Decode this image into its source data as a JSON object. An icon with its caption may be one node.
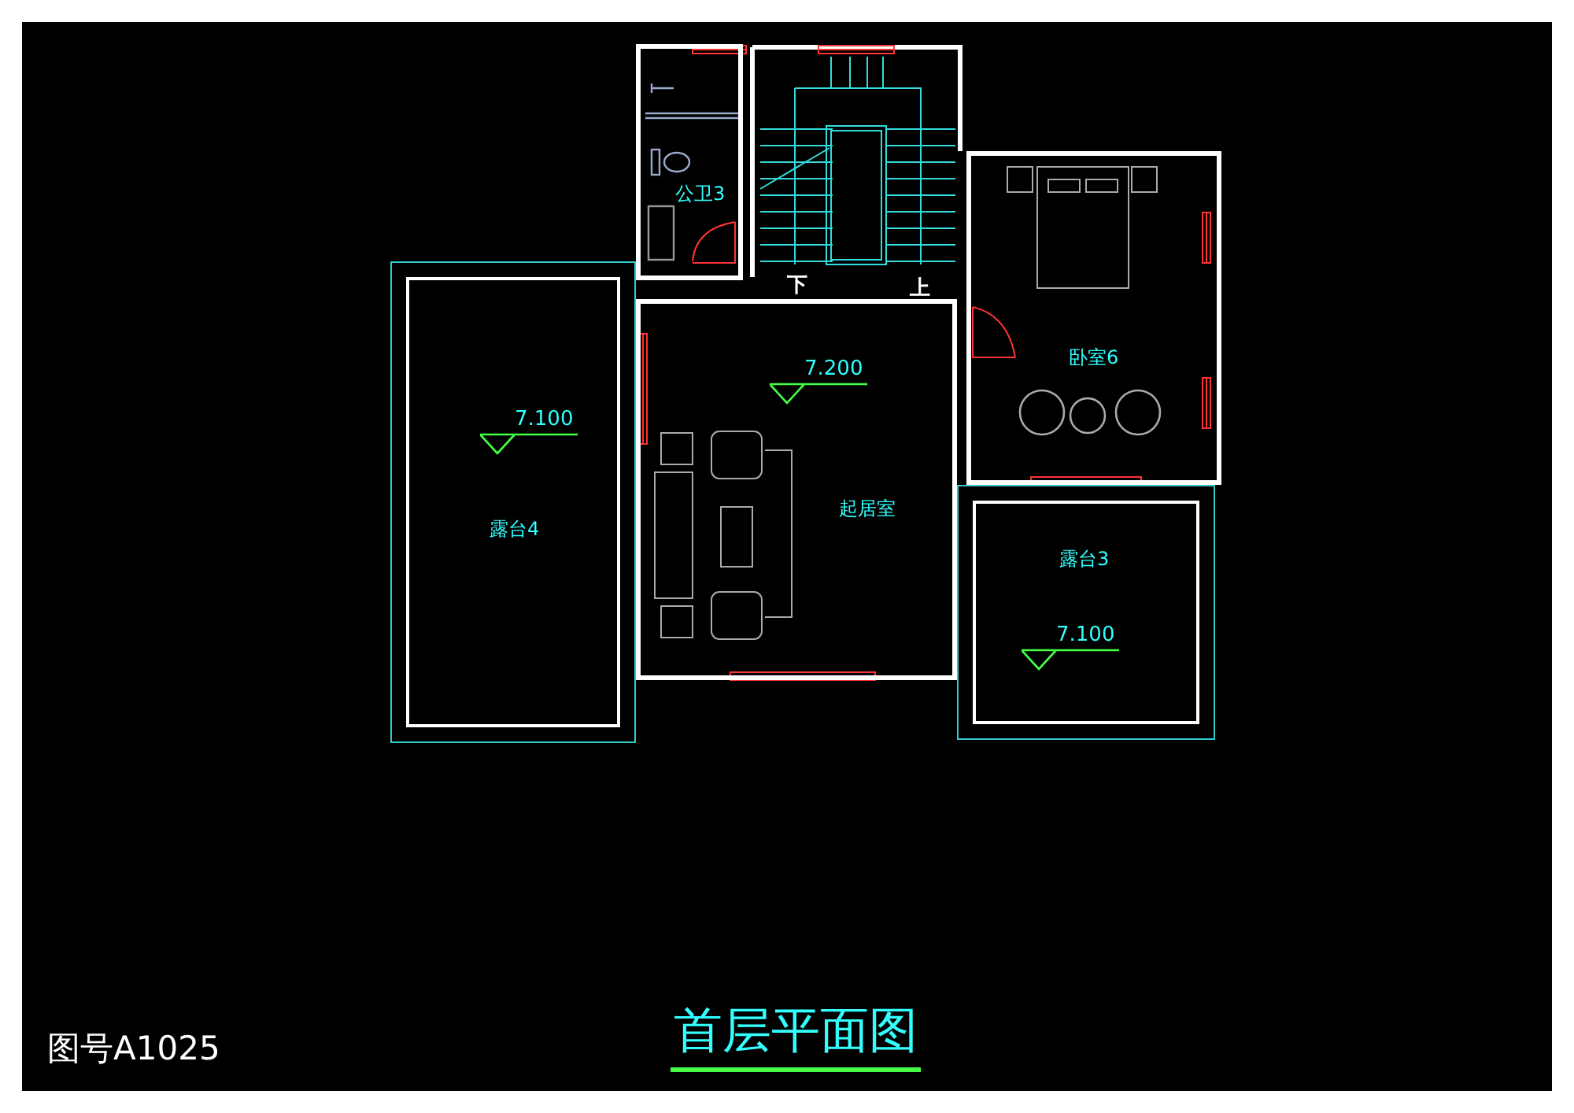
{
  "diagram": {
    "title": "首层平面图",
    "nodes": [
      {
        "text": [
          "公卫3"
        ]
      },
      {
        "text": [
          "卧室6"
        ]
      },
      {
        "text": [
          "7.100",
          "露台4"
        ]
      },
      {
        "text": [
          "7.200",
          "起居室"
        ]
      },
      {
        "text": [
          "露台3",
          "7.100"
        ]
      }
    ],
    "labels": [
      "下",
      "上",
      "图号A1025"
    ]
  }
}
